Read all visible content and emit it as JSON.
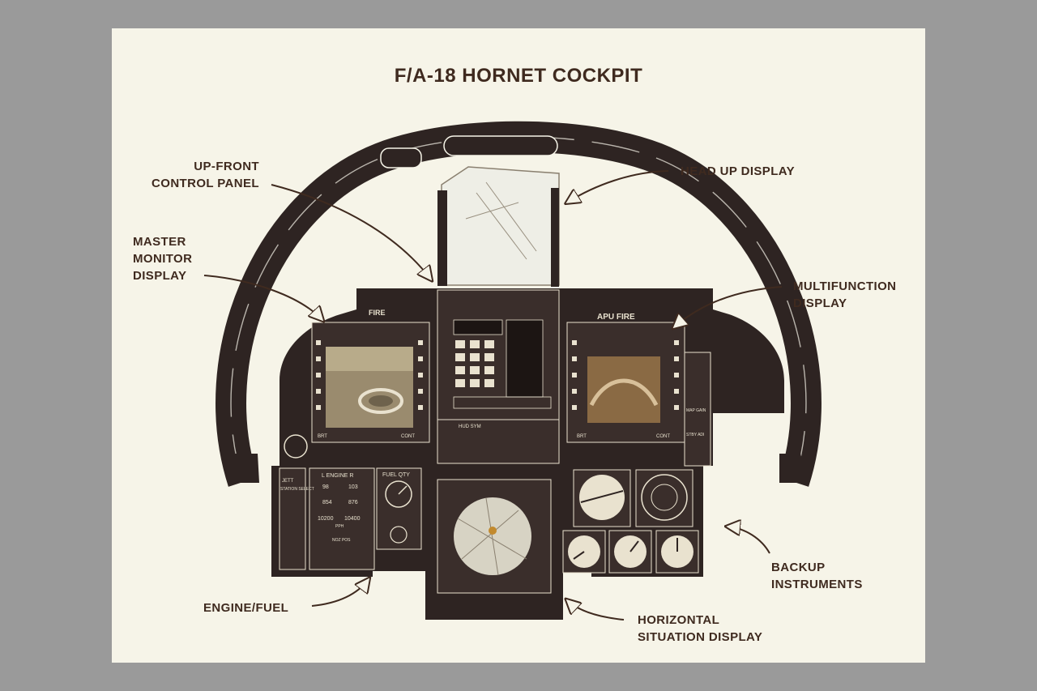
{
  "title": "F/A-18 HORNET COCKPIT",
  "callouts": {
    "up_front": [
      "UP-FRONT",
      "CONTROL PANEL"
    ],
    "master_monitor": [
      "MASTER",
      "MONITOR",
      "DISPLAY"
    ],
    "head_up": "HEAD UP DISPLAY",
    "multifunction": [
      "MULTIFUNCTION",
      "DISPLAY"
    ],
    "backup": [
      "BACKUP",
      "INSTRUMENTS"
    ],
    "engine_fuel": "ENGINE/FUEL",
    "hsd": [
      "HORIZONTAL",
      "SITUATION DISPLAY"
    ]
  },
  "panel_text": {
    "fire": "FIRE",
    "apu_fire": "APU FIRE",
    "engine": "L  ENGINE  R",
    "fuel_qty": "FUEL QTY",
    "jett": "JETT",
    "station_select": "STATION SELECT",
    "brt": "BRT",
    "cont": "CONT",
    "hud_sym": "HUD SYM",
    "rpm": [
      "98",
      "103"
    ],
    "egt": [
      "854",
      "876"
    ],
    "ff": [
      "10200",
      "10400"
    ],
    "noz_pos": "NOZ POS",
    "map_gain": "MAP GAIN",
    "stby_adi": "STBY ADI",
    "pph": "PPH"
  },
  "colors": {
    "background": "#9a9a9a",
    "paper": "#f6f4e8",
    "panel": "#2e2422",
    "ink": "#3f2a1f",
    "label": "#e9e2cf",
    "screen_mmd": "#9a8b6e",
    "screen_mfd": "#8a6a44",
    "screen_hsd": "#d7d3c4"
  }
}
